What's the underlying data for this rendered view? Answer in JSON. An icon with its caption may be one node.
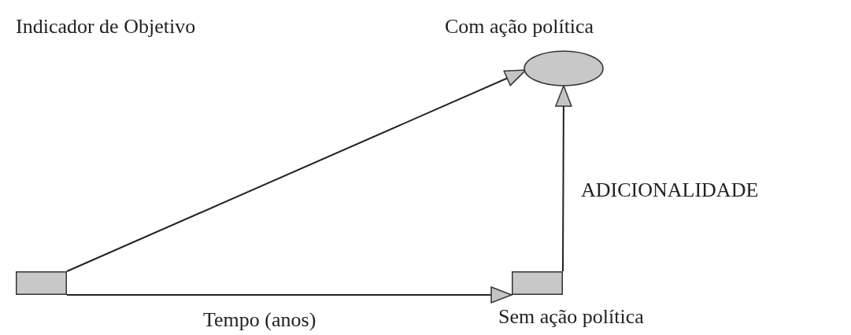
{
  "diagram": {
    "nodes": [
      {
        "text": [],
        "shape": "box"
      },
      {
        "text": [
          "Com ação política"
        ]
      },
      {
        "text": [
          "Sem ação política"
        ]
      }
    ],
    "edges": [
      {
        "from": 0,
        "to": 1,
        "arrow": "to"
      },
      {
        "from": 0,
        "to": 2,
        "arrow": "to",
        "label": "Tempo (anos)"
      },
      {
        "from": 2,
        "to": 1,
        "arrow": "to",
        "label": "ADICIONALIDADE"
      }
    ],
    "labels": [
      "Indicador de Objetivo"
    ]
  }
}
